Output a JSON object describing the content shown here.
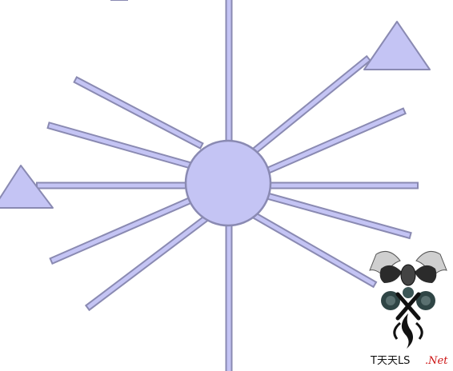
{
  "diagram": {
    "rays": 12,
    "arrowheads": [
      "upper-right",
      "left"
    ],
    "colors": {
      "fill": "#c4c4f4",
      "stroke": "#8a8ab2"
    }
  },
  "watermark": {
    "text": "T天天LS",
    "suffix": ".Net",
    "colors": {
      "text": "#111111",
      "suffix": "#cc1111"
    }
  }
}
